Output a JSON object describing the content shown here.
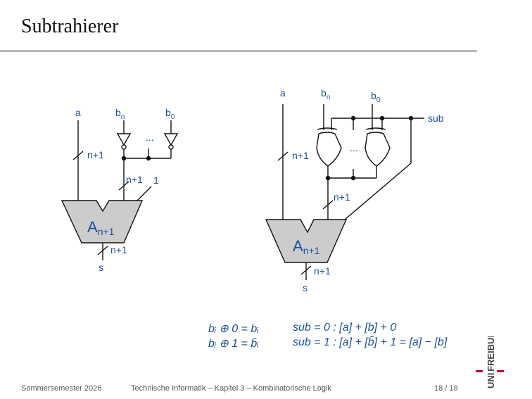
{
  "title": "Subtrahierer",
  "left_circuit": {
    "input_a": "a",
    "input_bn": "b",
    "input_bn_sub": "n",
    "input_b0": "b",
    "input_b0_sub": "0",
    "dots": "...",
    "bus_a": "n+1",
    "bus_b": "n+1",
    "carry_in": "1",
    "adder": "A",
    "adder_sub": "n+1",
    "bus_out": "n+1",
    "output": "s"
  },
  "right_circuit": {
    "input_a": "a",
    "input_bn": "b",
    "input_bn_sub": "n",
    "input_b0": "b",
    "input_b0_sub": "0",
    "sub": "sub",
    "dots": "...",
    "bus_a": "n+1",
    "bus_b": "n+1",
    "adder": "A",
    "adder_sub": "n+1",
    "bus_out": "n+1",
    "output": "s"
  },
  "formulas": {
    "line1_left": "bᵢ ⊕ 0 = bᵢ",
    "line2_left": "bᵢ ⊕ 1 = b̄ᵢ",
    "line1_right": "sub = 0 : [a] + [b] + 0",
    "line2_right": "sub = 1 : [a] + [b̄] + 1 = [a] − [b]"
  },
  "footer": {
    "semester": "Sommersemester 2026",
    "course": "Technische Informatik –  Kapitel 3 – Kombinatorische Logik",
    "page": "18 / 18"
  },
  "logo": {
    "text_top": "UNI",
    "text_bottom": "FREIBURG",
    "accent_color": "#c1002a"
  },
  "colors": {
    "label_blue": "#1a4f9c",
    "adder_fill": "#cccccc"
  }
}
